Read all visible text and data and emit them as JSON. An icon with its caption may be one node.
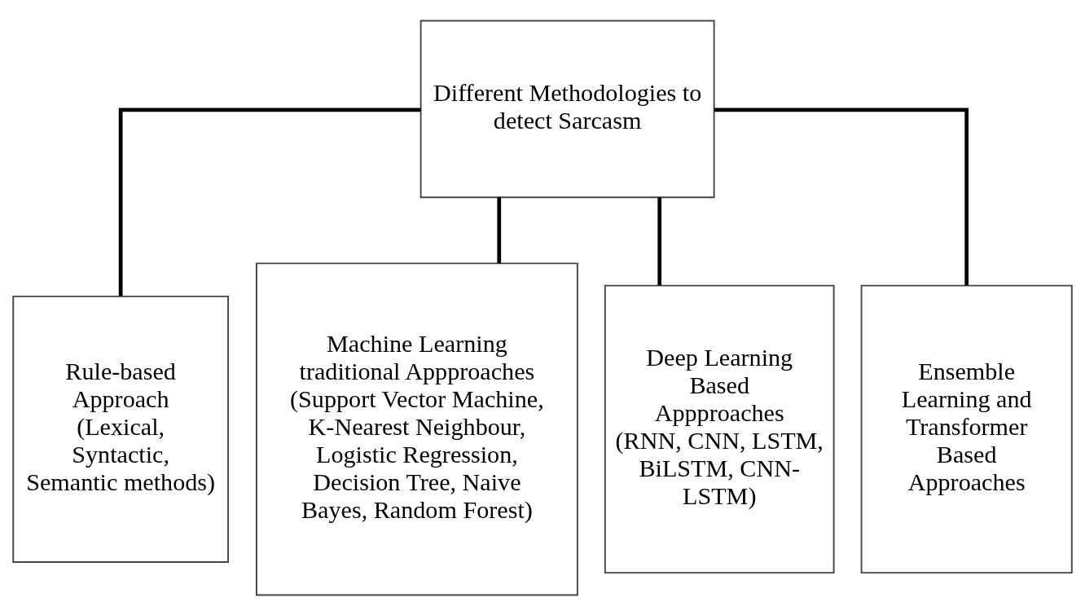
{
  "diagram": {
    "nodes": [
      {
        "text": [
          "Different Methodologies to detect Sarcasm"
        ]
      },
      {
        "text": [
          "Rule-based Approach",
          "(Lexical, Syntactic, Semantic methods)"
        ]
      },
      {
        "text": [
          "Machine Learning traditional Appproaches",
          "(Support Vector Machine, K-Nearest Neighbour, Logistic Regression, Decision Tree, Naive Bayes, Random Forest)"
        ]
      },
      {
        "text": [
          "Deep Learning Based Appproaches",
          "(RNN, CNN, LSTM, BiLSTM, CNN-LSTM)"
        ]
      },
      {
        "text": [
          "Ensemble Learning and Transformer Based Approaches"
        ]
      }
    ],
    "edges": [
      {
        "from": 0,
        "to": 1,
        "arrow": "none"
      },
      {
        "from": 0,
        "to": 2,
        "arrow": "none"
      },
      {
        "from": 0,
        "to": 3,
        "arrow": "none"
      },
      {
        "from": 0,
        "to": 4,
        "arrow": "none"
      }
    ]
  }
}
